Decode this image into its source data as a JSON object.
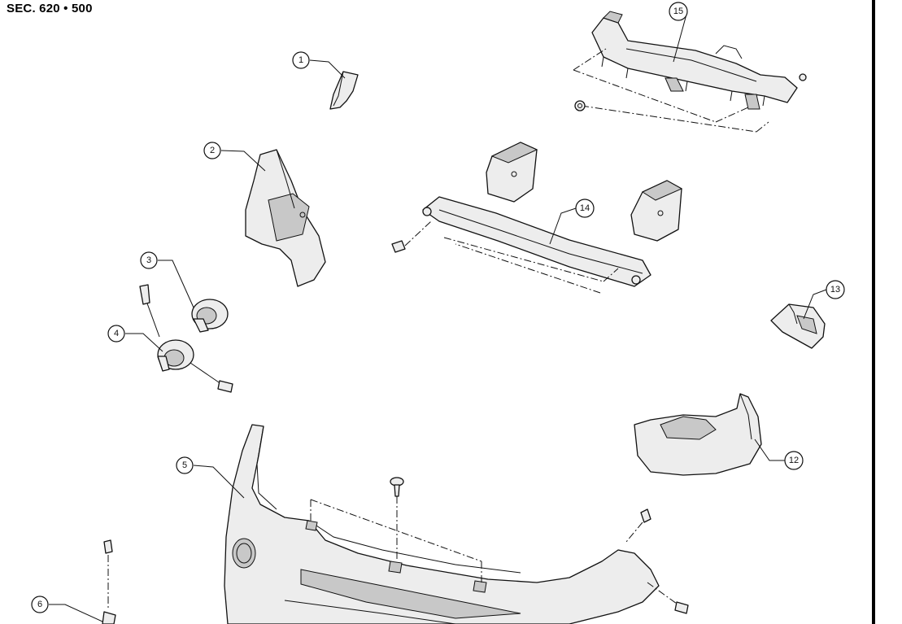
{
  "header": {
    "section_code": "SEC. 620 • 500"
  },
  "callouts": [
    {
      "id": "c1",
      "number": "1"
    },
    {
      "id": "c2",
      "number": "2"
    },
    {
      "id": "c3",
      "number": "3"
    },
    {
      "id": "c4",
      "number": "4"
    },
    {
      "id": "c5",
      "number": "5"
    },
    {
      "id": "c6",
      "number": "6"
    },
    {
      "id": "c12",
      "number": "12"
    },
    {
      "id": "c13",
      "number": "13"
    },
    {
      "id": "c14",
      "number": "14"
    },
    {
      "id": "c15",
      "number": "15"
    }
  ],
  "palette": {
    "line": "#111111",
    "part_fill": "#ededed",
    "shade": "#c8c8c8"
  }
}
